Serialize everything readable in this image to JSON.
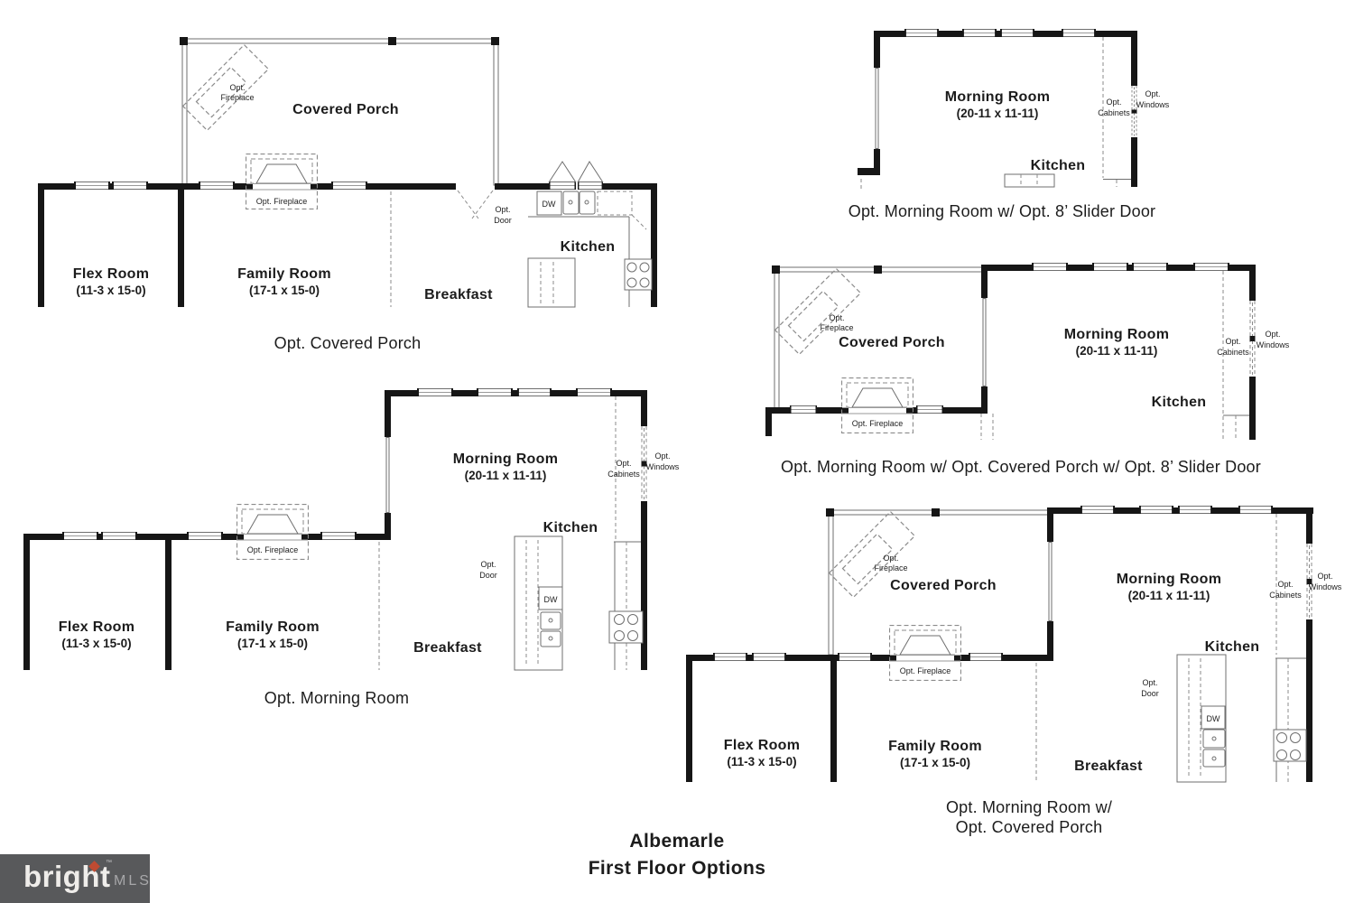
{
  "title": {
    "line1": "Albemarle",
    "line2": "First Floor Options"
  },
  "plans": {
    "plan1": {
      "caption": "Opt. Covered Porch"
    },
    "plan2": {
      "caption": "Opt. Morning Room w/ Opt. 8’ Slider Door"
    },
    "plan3": {
      "caption": "Opt. Morning Room w/ Opt. Covered Porch w/ Opt. 8’ Slider Door"
    },
    "plan4": {
      "caption": "Opt. Morning Room"
    },
    "plan5": {
      "caption_line1": "Opt. Morning Room w/",
      "caption_line2": "Opt. Covered Porch"
    }
  },
  "labels": {
    "covered_porch": "Covered Porch",
    "morning_room": "Morning Room",
    "morning_dims": "(20-11 x 11-11)",
    "kitchen": "Kitchen",
    "breakfast": "Breakfast",
    "flex_room": "Flex Room",
    "flex_dims": "(11-3 x 15-0)",
    "family_room": "Family Room",
    "family_dims": "(17-1 x 15-0)",
    "opt_fireplace": "Opt. Fireplace",
    "opt": "Opt.",
    "fireplace": "Fireplace",
    "door": "Door",
    "cabinets": "Cabinets",
    "windows": "Windows",
    "dw": "DW"
  },
  "logo": {
    "brand": "bright",
    "suffix": "MLS",
    "tm": "™"
  },
  "colors": {
    "wall": "#161616",
    "line": "#6f6f6f",
    "dash": "#8b8b8b",
    "ink": "#1c1c1c",
    "logo_bg": "#58595b",
    "logo_accent": "#bf4b32",
    "logo_text": "#efedea",
    "logo_suffix": "#a7a7a9"
  }
}
